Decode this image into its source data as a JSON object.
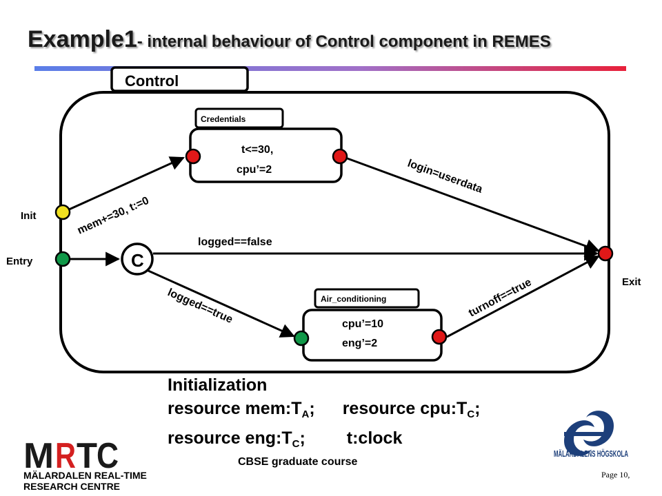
{
  "title": {
    "main": "Example1",
    "rest": "- internal behaviour of Control component in REMES"
  },
  "diagram": {
    "component_label": "Control",
    "modes": {
      "credentials": {
        "label": "Credentials",
        "line1": "t<=30,",
        "line2": "cpu’=2"
      },
      "air_conditioning": {
        "label": "Air_conditioning",
        "line1": "cpu’=10",
        "line2": "eng’=2"
      }
    },
    "conditional": "C",
    "ports": {
      "init": "Init",
      "entry": "Entry",
      "exit": "Exit"
    },
    "edges": {
      "init_to_credentials": "mem+=30, t:=0",
      "credentials_to_exit": "login=userdata",
      "conditional_to_exit": "logged==false",
      "conditional_to_air": "logged==true",
      "air_to_exit": "turnoff==true"
    },
    "colors": {
      "init": "#f0e020",
      "green": "#109848",
      "red": "#e01818"
    }
  },
  "initialization": {
    "heading": "Initialization",
    "line1_a": "resource mem:T",
    "line1_a_sub": "A",
    "line1_a_end": ";",
    "line1_b": "resource cpu:T",
    "line1_b_sub": "C",
    "line1_b_end": ";",
    "line2_a": "resource eng:T",
    "line2_a_sub": "C",
    "line2_a_end": ";",
    "line2_b": "t:clock"
  },
  "footer": {
    "course": "CBSE graduate course",
    "page": "Page 10,"
  },
  "logos": {
    "mrtc": {
      "letters": [
        "M",
        "R",
        "T",
        "C"
      ],
      "line1": "MÄLARDALEN REAL-TIME",
      "line2": "RESEARCH CENTRE"
    },
    "mdh": {
      "name": "MÄLARDALENS HÖGSKOLA"
    }
  }
}
